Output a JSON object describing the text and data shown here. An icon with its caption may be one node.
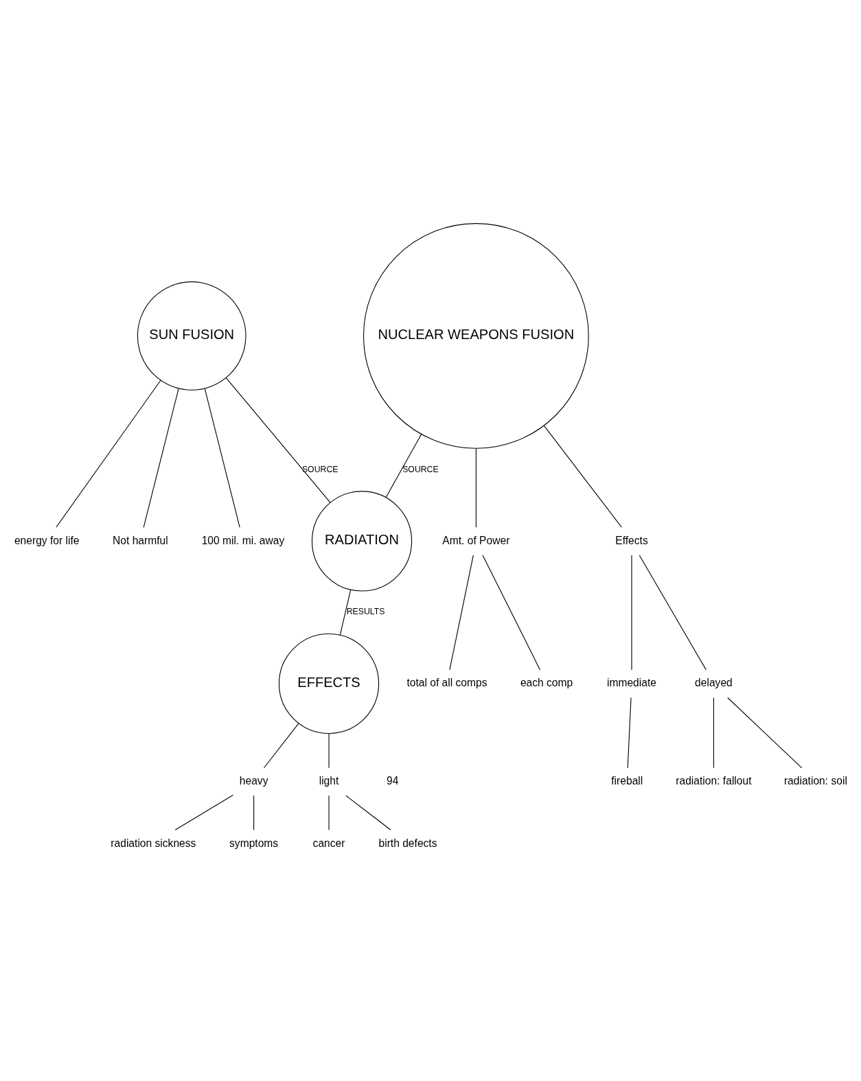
{
  "diagram": {
    "nodes": [
      {
        "text": [
          "SUN FUSION"
        ]
      },
      {
        "text": [
          "NUCLEAR WEAPONS FUSION"
        ]
      },
      {
        "text": [
          "Amt. of Power"
        ]
      },
      {
        "text": [
          "each comp"
        ]
      },
      {
        "text": [
          "total of all comps"
        ]
      },
      {
        "text": [
          "RADIATION"
        ]
      },
      {
        "text": [
          "Not harmful"
        ]
      },
      {
        "text": [
          "100 mil. mi. away"
        ]
      },
      {
        "text": [
          "energy for life"
        ]
      },
      {
        "text": [
          "Effects"
        ]
      },
      {
        "text": [
          "delayed"
        ]
      },
      {
        "text": [
          "radiation: fallout"
        ]
      },
      {
        "text": [
          "radiation: soil"
        ]
      },
      {
        "text": [
          "immediate"
        ]
      },
      {
        "text": [
          "fireball"
        ]
      },
      {
        "text": [
          "EFFECTS"
        ]
      },
      {
        "text": [
          "heavy"
        ]
      },
      {
        "text": [
          "radiation sickness"
        ]
      },
      {
        "text": [
          "symptoms"
        ]
      },
      {
        "text": [
          "light"
        ]
      },
      {
        "text": [
          "cancer"
        ]
      },
      {
        "text": [
          "birth defects"
        ]
      }
    ],
    "edges": [
      {
        "from": 0,
        "to": 5,
        "arrow": "none",
        "label": "SOURCE"
      },
      {
        "from": 1,
        "to": 5,
        "arrow": "none",
        "label": "SOURCE"
      },
      {
        "from": 5,
        "to": 15,
        "arrow": "none",
        "label": "RESULTS"
      },
      {
        "from": 0,
        "to": 6,
        "arrow": "none"
      },
      {
        "from": 0,
        "to": 7,
        "arrow": "none"
      },
      {
        "from": 0,
        "to": 8,
        "arrow": "none"
      },
      {
        "from": 1,
        "to": 2,
        "arrow": "none"
      },
      {
        "from": 2,
        "to": 3,
        "arrow": "none"
      },
      {
        "from": 2,
        "to": 4,
        "arrow": "none"
      },
      {
        "from": 1,
        "to": 9,
        "arrow": "none"
      },
      {
        "from": 9,
        "to": 10,
        "arrow": "none"
      },
      {
        "from": 10,
        "to": 11,
        "arrow": "none"
      },
      {
        "from": 10,
        "to": 12,
        "arrow": "none"
      },
      {
        "from": 9,
        "to": 13,
        "arrow": "none"
      },
      {
        "from": 13,
        "to": 14,
        "arrow": "none"
      },
      {
        "from": 15,
        "to": 16,
        "arrow": "none"
      },
      {
        "from": 16,
        "to": 17,
        "arrow": "none"
      },
      {
        "from": 16,
        "to": 18,
        "arrow": "none"
      },
      {
        "from": 15,
        "to": 19,
        "arrow": "none"
      },
      {
        "from": 19,
        "to": 20,
        "arrow": "none"
      },
      {
        "from": 19,
        "to": 21,
        "arrow": "none"
      }
    ],
    "labels": [
      "94"
    ]
  }
}
